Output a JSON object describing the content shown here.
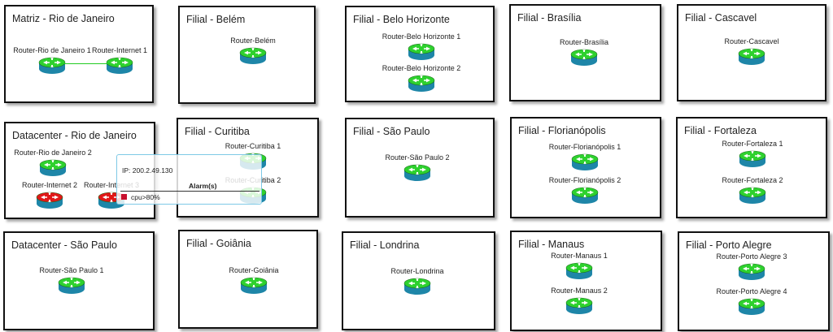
{
  "colors": {
    "router_ok": "#2ed12e",
    "router_alarm": "#e01818",
    "router_body": "#1e86a8",
    "link": "#22cc22",
    "tooltip_border": "#7ec9e6",
    "alarm_severity": "#c8102e"
  },
  "sites": [
    {
      "id": "matriz-rj",
      "title": "Matriz - Rio de Janeiro",
      "routers": [
        {
          "name": "Router-Rio de Janeiro 1",
          "status": "ok"
        },
        {
          "name": "Router-Internet 1",
          "status": "ok"
        }
      ]
    },
    {
      "id": "filial-belem",
      "title": "Filial - Belém",
      "routers": [
        {
          "name": "Router-Belém",
          "status": "ok"
        }
      ]
    },
    {
      "id": "filial-bh",
      "title": "Filial - Belo Horizonte",
      "routers": [
        {
          "name": "Router-Belo Horizonte 1",
          "status": "ok"
        },
        {
          "name": "Router-Belo Horizonte 2",
          "status": "ok"
        }
      ]
    },
    {
      "id": "filial-brasilia",
      "title": "Filial - Brasília",
      "routers": [
        {
          "name": "Router-Brasília",
          "status": "ok"
        }
      ]
    },
    {
      "id": "filial-cascavel",
      "title": "Filial - Cascavel",
      "routers": [
        {
          "name": "Router-Cascavel",
          "status": "ok"
        }
      ]
    },
    {
      "id": "dc-rj",
      "title": "Datacenter - Rio de Janeiro",
      "routers": [
        {
          "name": "Router-Rio de Janeiro 2",
          "status": "ok"
        },
        {
          "name": "Router-Internet 2",
          "status": "alarm"
        },
        {
          "name": "Router-Internet 3",
          "status": "alarm"
        }
      ]
    },
    {
      "id": "filial-curitiba",
      "title": "Filial - Curitiba",
      "routers": [
        {
          "name": "Router-Curitiba 1",
          "status": "ok"
        },
        {
          "name": "Router-Curitiba 2",
          "status": "ok"
        }
      ]
    },
    {
      "id": "filial-sp",
      "title": "Filial - São Paulo",
      "routers": [
        {
          "name": "Router-São Paulo 2",
          "status": "ok"
        }
      ]
    },
    {
      "id": "filial-floripa",
      "title": "Filial - Florianópolis",
      "routers": [
        {
          "name": "Router-Florianópolis 1",
          "status": "ok"
        },
        {
          "name": "Router-Florianópolis 2",
          "status": "ok"
        }
      ]
    },
    {
      "id": "filial-fortaleza",
      "title": "Filial - Fortaleza",
      "routers": [
        {
          "name": "Router-Fortaleza 1",
          "status": "ok"
        },
        {
          "name": "Router-Fortaleza 2",
          "status": "ok"
        }
      ]
    },
    {
      "id": "dc-sp",
      "title": "Datacenter - São Paulo",
      "routers": [
        {
          "name": "Router-São Paulo 1",
          "status": "ok"
        }
      ]
    },
    {
      "id": "filial-goiania",
      "title": "Filial - Goiânia",
      "routers": [
        {
          "name": "Router-Goiânia",
          "status": "ok"
        }
      ]
    },
    {
      "id": "filial-londrina",
      "title": "Filial - Londrina",
      "routers": [
        {
          "name": "Router-Londrina",
          "status": "ok"
        }
      ]
    },
    {
      "id": "filial-manaus",
      "title": "Filial - Manaus",
      "routers": [
        {
          "name": "Router-Manaus 1",
          "status": "ok"
        },
        {
          "name": "Router-Manaus 2",
          "status": "ok"
        }
      ]
    },
    {
      "id": "filial-poa",
      "title": "Filial - Porto Alegre",
      "routers": [
        {
          "name": "Router-Porto Alegre 3",
          "status": "ok"
        },
        {
          "name": "Router-Porto Alegre 4",
          "status": "ok"
        }
      ]
    }
  ],
  "tooltip": {
    "ip": "IP: 200.2.49.130",
    "alarms_header": "Alarm(s)",
    "alarm": "cpu>80%"
  }
}
